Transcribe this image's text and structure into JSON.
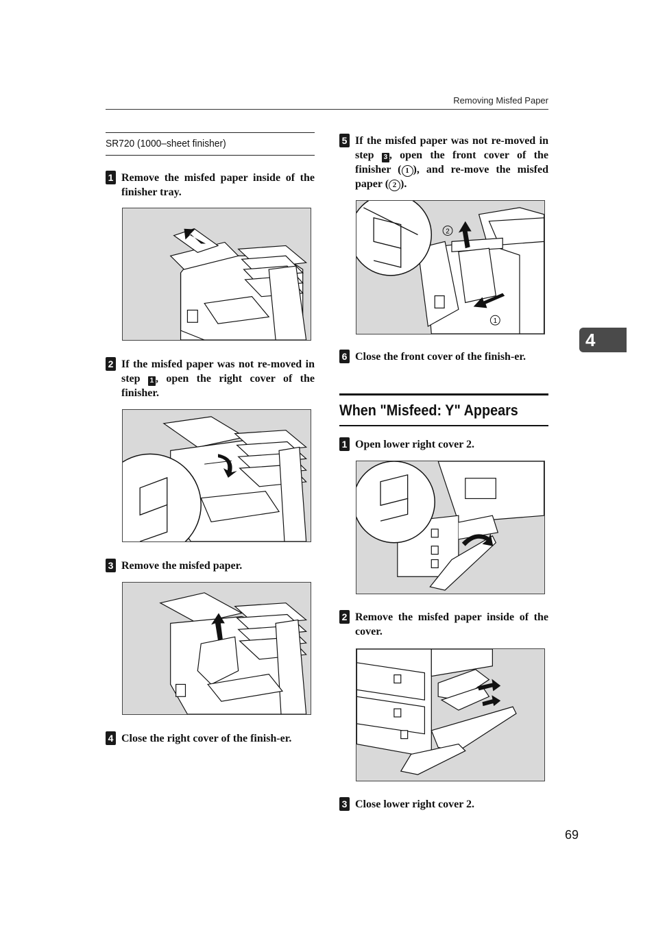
{
  "header": {
    "running_title": "Removing Misfed Paper"
  },
  "section": {
    "title": "SR720 (1000–sheet finisher)"
  },
  "left_steps": [
    {
      "num": "1",
      "text": "Remove the misfed paper inside of the finisher tray."
    },
    {
      "num": "2",
      "text_a": "If the misfed paper was not re-moved in step ",
      "ref": "1",
      "text_b": ", open the right cover of the finisher."
    },
    {
      "num": "3",
      "text": "Remove the misfed paper."
    },
    {
      "num": "4",
      "text": "Close the right cover of the finish-er."
    }
  ],
  "right_steps": [
    {
      "num": "5",
      "text_a": "If the misfed paper was not re-moved in step ",
      "ref": "3",
      "text_b": ", open the front cover of the finisher (",
      "c1": "1",
      "text_c": "), and re-move the misfed paper (",
      "c2": "2",
      "text_d": ")."
    },
    {
      "num": "6",
      "text": "Close the front cover of the finish-er."
    }
  ],
  "misfeed_section": {
    "title": "When \"Misfeed: Y\" Appears",
    "steps": [
      {
        "num": "1",
        "text": "Open lower right cover 2."
      },
      {
        "num": "2",
        "text": "Remove the misfed paper inside of the cover."
      },
      {
        "num": "3",
        "text": "Close lower right cover 2."
      }
    ]
  },
  "figure_labels": {
    "fig5_label1": "1",
    "fig5_label2": "2"
  },
  "chapter_tab": "4",
  "page_number": "69"
}
